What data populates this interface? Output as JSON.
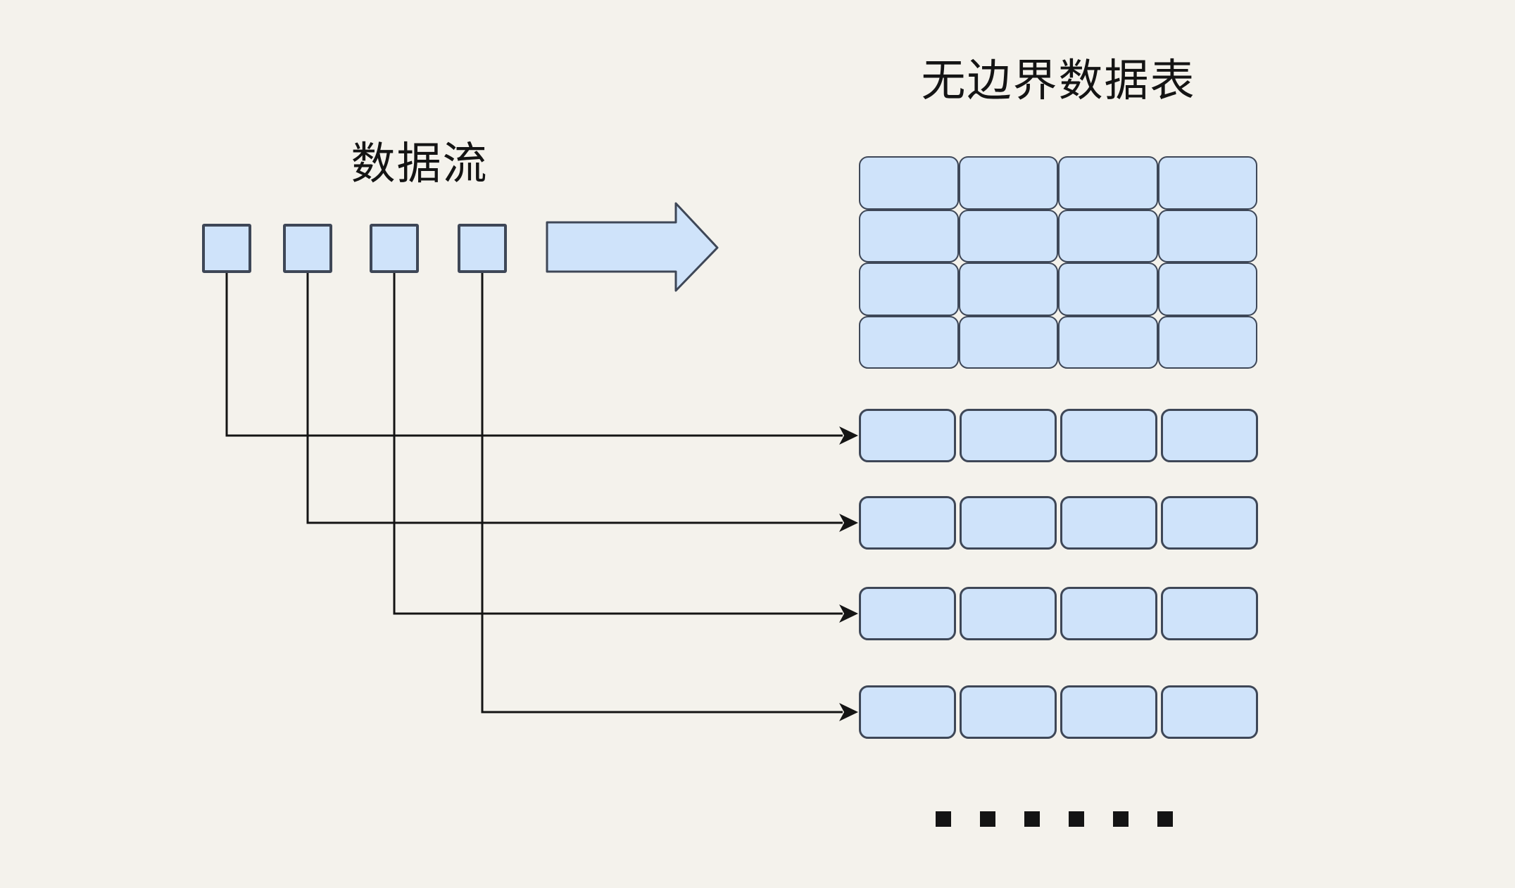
{
  "title": "无边界数据表",
  "stream": {
    "label": "数据流",
    "square_count": 4
  },
  "table": {
    "grid": {
      "rows": 4,
      "cols": 4
    },
    "detached_rows": {
      "count": 4,
      "cells_per_row": 4
    },
    "ellipsis_dot_count": 6
  },
  "flow_arrow": {
    "direction": "right"
  },
  "colors": {
    "background": "#f4f2ec",
    "cell_fill": "#cfe3fa",
    "cell_border": "#3e4757",
    "line": "#141414",
    "text": "#141414"
  }
}
